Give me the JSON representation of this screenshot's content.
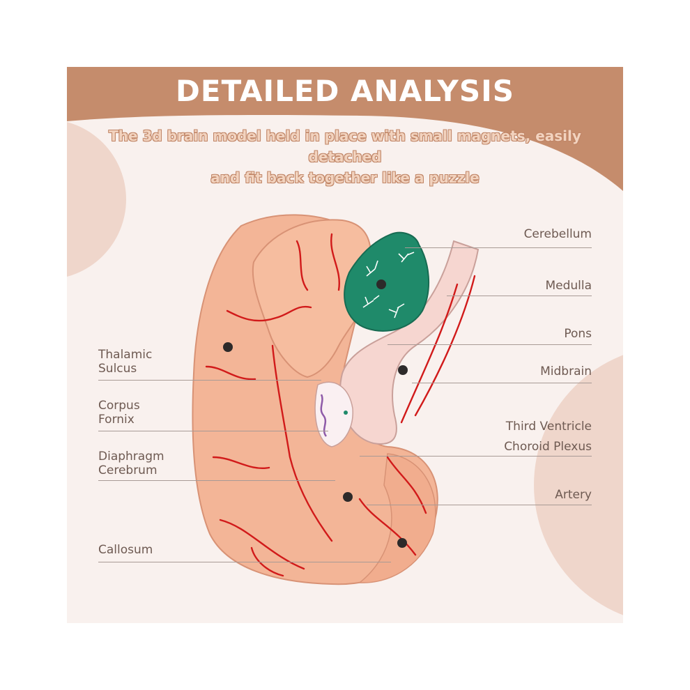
{
  "header": {
    "title": "DETAILED ANALYSIS",
    "subtitle_line1": "The 3d brain model held in place with small magnets, easily detached",
    "subtitle_line2": "and fit back together like a puzzle"
  },
  "labels": {
    "left": {
      "thalamic_line1": "Thalamic",
      "thalamic_line2": "Sulcus",
      "corpus_line1": "Corpus",
      "corpus_line2": "Fornix",
      "diaphragm_line1": "Diaphragm",
      "diaphragm_line2": "Cerebrum",
      "callosum": "Callosum"
    },
    "right": {
      "cerebellum": "Cerebellum",
      "medulla": "Medulla",
      "pons": "Pons",
      "midbrain": "Midbrain",
      "third_ventricle": "Third Ventricle",
      "choroid_plexus": "Choroid Plexus",
      "artery": "Artery"
    }
  },
  "colors": {
    "header_band": "#c58c6c",
    "card_background": "#f9f1ee",
    "decorative_circle": "#efd6cb",
    "brain_tissue": "#f3b597",
    "cerebellum": "#1f8a6a",
    "artery": "#d11a1a"
  }
}
